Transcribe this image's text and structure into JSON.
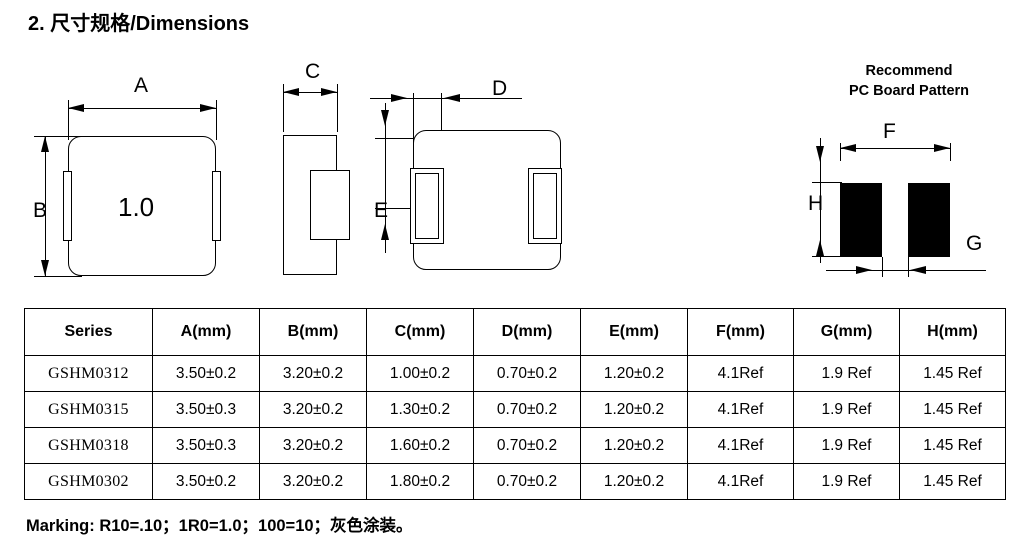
{
  "page": {
    "section_title": "2.  尺寸规格/Dimensions"
  },
  "drawings": {
    "top_view": {
      "dim_a_label": "A",
      "dim_b_label": "B",
      "body_marking": "1.0"
    },
    "side_view": {
      "dim_c_label": "C"
    },
    "bottom_view": {
      "dim_d_label": "D",
      "dim_e_label": "E"
    },
    "pcb_pattern": {
      "title_line1": "Recommend",
      "title_line2": "PC Board Pattern",
      "dim_f_label": "F",
      "dim_g_label": "G",
      "dim_h_label": "H",
      "pad_color": "#000000"
    }
  },
  "table": {
    "headers": [
      "Series",
      "A(mm)",
      "B(mm)",
      "C(mm)",
      "D(mm)",
      "E(mm)",
      "F(mm)",
      "G(mm)",
      "H(mm)"
    ],
    "rows": [
      [
        "GSHM0312",
        "3.50±0.2",
        "3.20±0.2",
        "1.00±0.2",
        "0.70±0.2",
        "1.20±0.2",
        "4.1Ref",
        "1.9 Ref",
        "1.45 Ref"
      ],
      [
        "GSHM0315",
        "3.50±0.3",
        "3.20±0.2",
        "1.30±0.2",
        "0.70±0.2",
        "1.20±0.2",
        "4.1Ref",
        "1.9 Ref",
        "1.45 Ref"
      ],
      [
        "GSHM0318",
        "3.50±0.3",
        "3.20±0.2",
        "1.60±0.2",
        "0.70±0.2",
        "1.20±0.2",
        "4.1Ref",
        "1.9 Ref",
        "1.45 Ref"
      ],
      [
        "GSHM0302",
        "3.50±0.2",
        "3.20±0.2",
        "1.80±0.2",
        "0.70±0.2",
        "1.20±0.2",
        "4.1Ref",
        "1.9 Ref",
        "1.45 Ref"
      ]
    ]
  },
  "footer": {
    "marking_note": "Marking: R10=.10；1R0=1.0；100=10；灰色涂装。"
  }
}
